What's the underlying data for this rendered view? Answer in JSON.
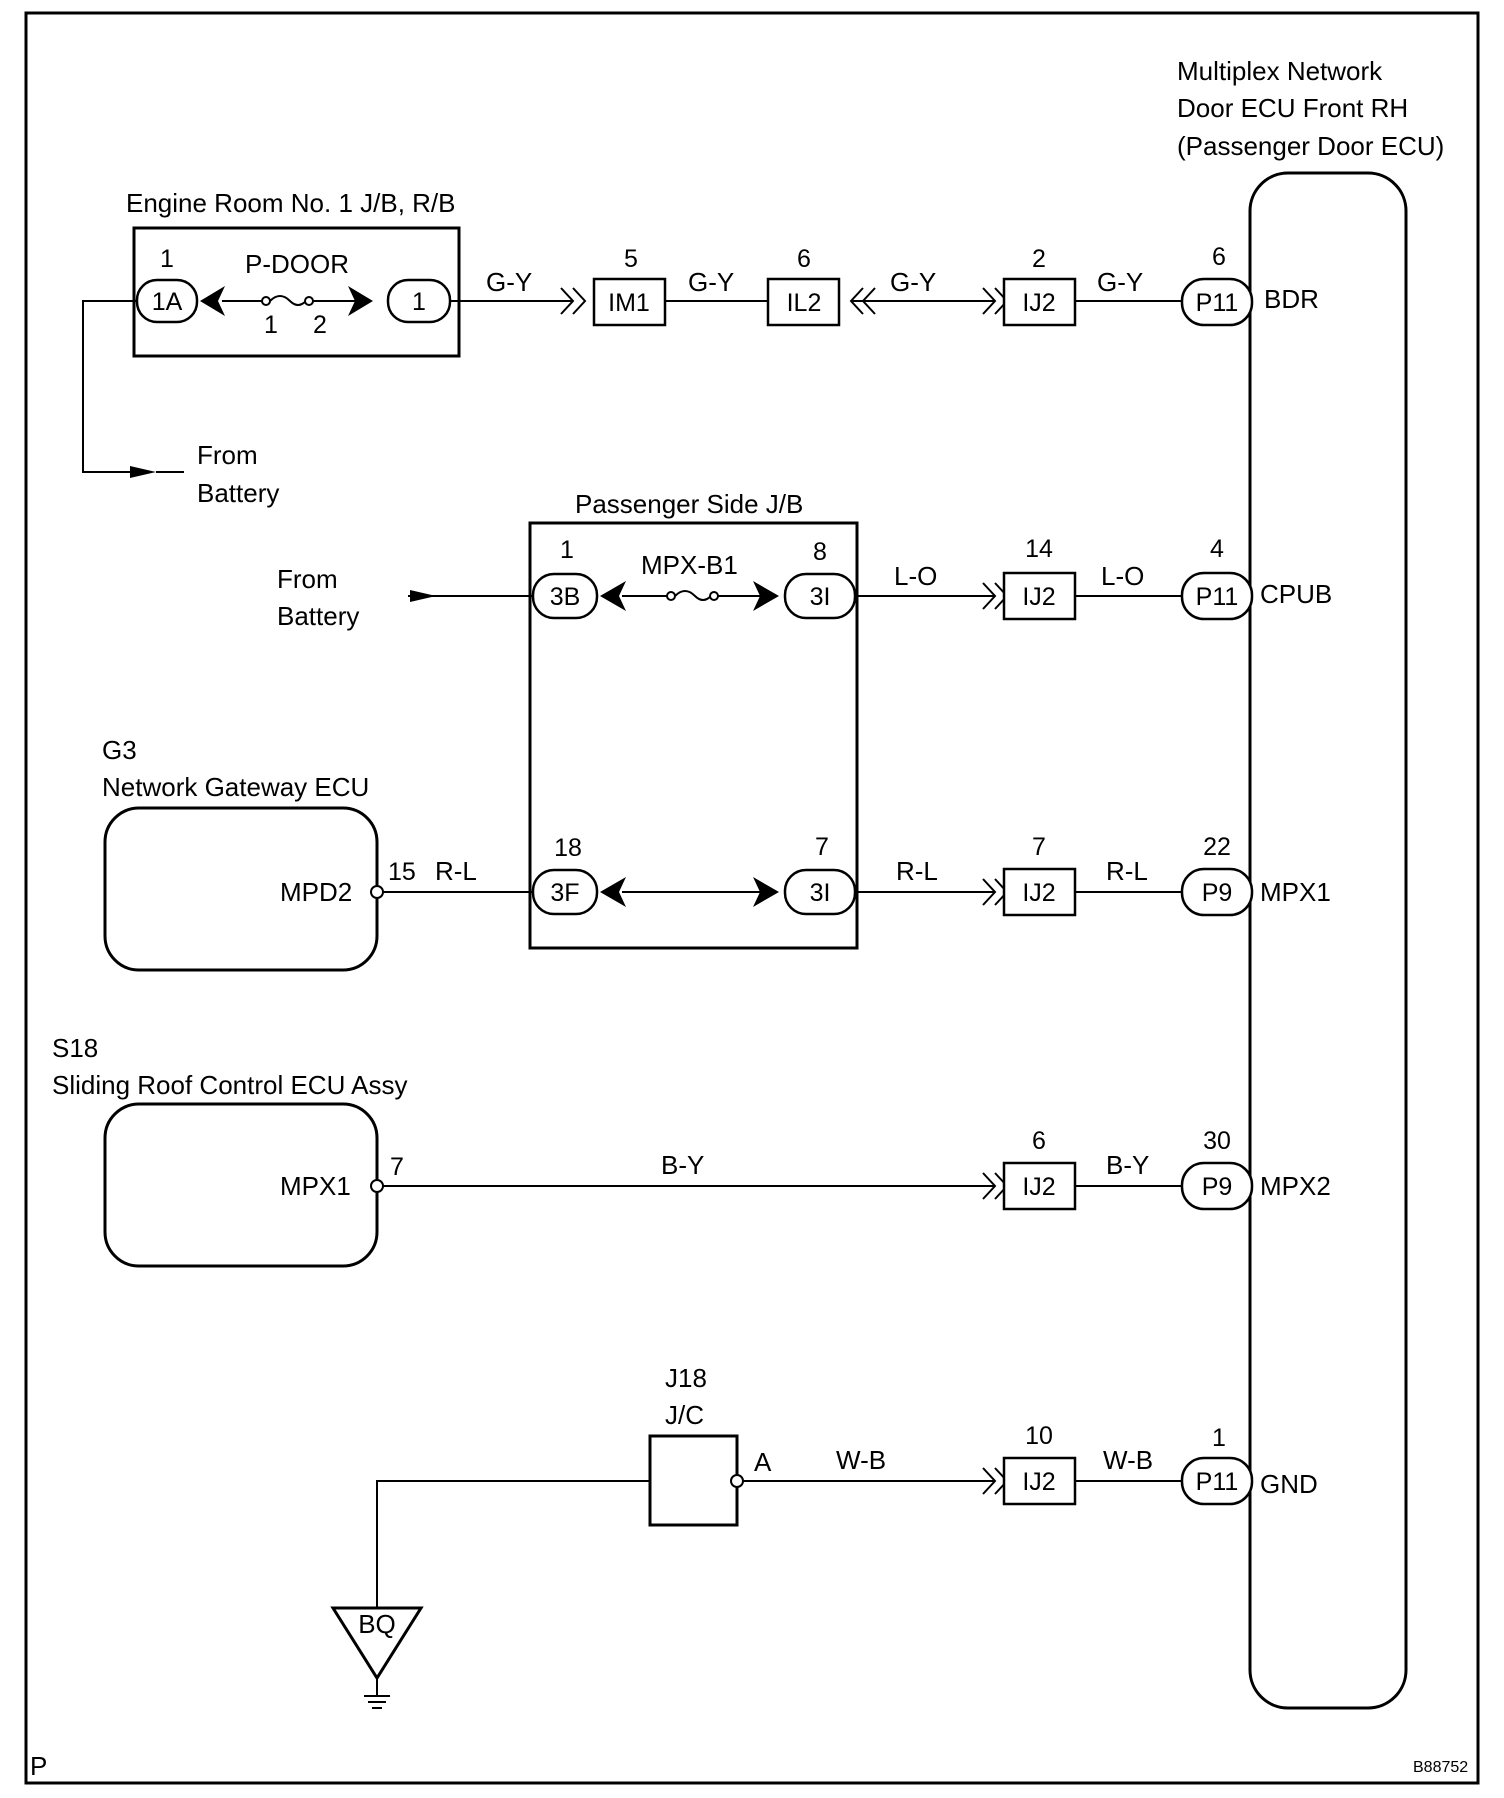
{
  "border_corner_left": "P",
  "figure_id": "B88752",
  "ecu": {
    "title_lines": [
      "Multiplex Network",
      "Door ECU Front RH",
      "(Passenger Door ECU)"
    ],
    "terminals": [
      "BDR",
      "CPUB",
      "MPX1",
      "MPX2",
      "GND"
    ]
  },
  "engine_room_jb": {
    "title": "Engine Room No. 1 J/B, R/B",
    "left_pin": "1",
    "left_connector": "1A",
    "fuse": "P-DOOR",
    "fuse_pin_a": "1",
    "fuse_pin_b": "2",
    "right_connector": "1"
  },
  "from_battery_1": [
    "From",
    "Battery"
  ],
  "from_battery_2": [
    "From",
    "Battery"
  ],
  "passenger_jb": {
    "title": "Passenger Side J/B",
    "top_left_pin": "1",
    "top_left_connector": "3B",
    "fuse": "MPX-B1",
    "top_right_pin": "8",
    "top_right_connector": "3I",
    "bot_left_pin": "18",
    "bot_left_connector": "3F",
    "bot_right_pin": "7",
    "bot_right_connector": "3I"
  },
  "gateway": {
    "id": "G3",
    "name": "Network Gateway ECU",
    "terminal": "MPD2",
    "pin": "15"
  },
  "sliding_roof": {
    "id": "S18",
    "name": "Sliding Roof Control ECU Assy",
    "terminal": "MPX1",
    "pin": "7"
  },
  "junction": {
    "id": "J18",
    "type": "J/C",
    "terminal": "A"
  },
  "ground": {
    "label": "BQ"
  },
  "rows": {
    "bdr": {
      "w1": "G-Y",
      "im1_pin": "5",
      "im1": "IM1",
      "w2": "G-Y",
      "il2_pin": "6",
      "il2": "IL2",
      "w3": "G-Y",
      "ij2_pin": "2",
      "ij2": "IJ2",
      "w4": "G-Y",
      "p_pin": "6",
      "p": "P11"
    },
    "cpub": {
      "w1": "L-O",
      "ij2_pin": "14",
      "ij2": "IJ2",
      "w2": "L-O",
      "p_pin": "4",
      "p": "P11"
    },
    "mpx1": {
      "w0": "R-L",
      "w1": "R-L",
      "ij2_pin": "7",
      "ij2": "IJ2",
      "w2": "R-L",
      "p_pin": "22",
      "p": "P9"
    },
    "mpx2": {
      "w1": "B-Y",
      "ij2_pin": "6",
      "ij2": "IJ2",
      "w2": "B-Y",
      "p_pin": "30",
      "p": "P9"
    },
    "gnd": {
      "w1": "W-B",
      "ij2_pin": "10",
      "ij2": "IJ2",
      "w2": "W-B",
      "p_pin": "1",
      "p": "P11"
    }
  }
}
